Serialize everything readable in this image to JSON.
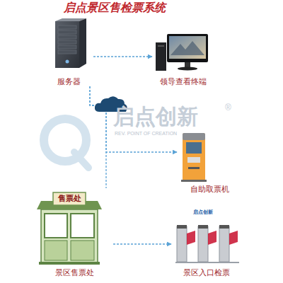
{
  "diagram": {
    "title": "启点景区售检票系统",
    "nodes": [
      {
        "text": [
          "服务器"
        ]
      },
      {
        "text": [
          "领导查看终端"
        ]
      },
      {
        "text": [
          "自助取票机"
        ]
      },
      {
        "text": [
          "景区售票处"
        ]
      },
      {
        "text": [
          "景区入口检票"
        ]
      }
    ],
    "edges": [
      {
        "from": 0,
        "to": 1,
        "arrow": "to"
      },
      {
        "from": 0,
        "to": 2,
        "arrow": "to"
      },
      {
        "from": 0,
        "to": 3,
        "arrow": "none"
      },
      {
        "from": 3,
        "to": 4,
        "arrow": "to"
      }
    ],
    "labels": [
      "售票处",
      "启点创新",
      "REV. POINT OF CREATION",
      "®",
      "启点创新"
    ]
  }
}
